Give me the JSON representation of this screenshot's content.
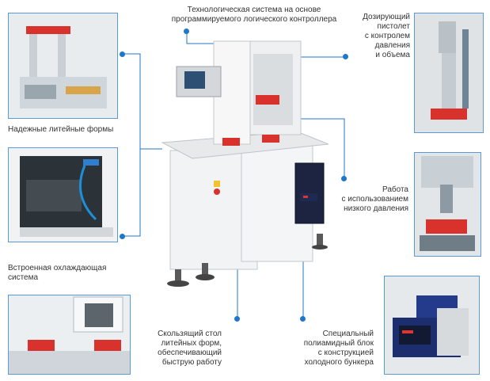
{
  "labels": {
    "plc": "Технологическая система на основе\nпрограммируемого логического контроллера",
    "gun": "Дозирующий\nпистолет\nс контролем\nдавления\nи объема",
    "molds": "Надежные литейные формы",
    "low_pressure": "Работа\nс использованием\nнизкого давления",
    "cooling": "Встроенная охлаждающая\nсистема",
    "table": "Скользящий стол\nлитейных форм,\nобеспечивающий\nбыструю работу",
    "block": "Специальный\nполиамидный блок\nс конструкцией\nхолодного бункера"
  },
  "colors": {
    "accent": "#1f77c8",
    "frame_border": "#5b9bd5"
  }
}
